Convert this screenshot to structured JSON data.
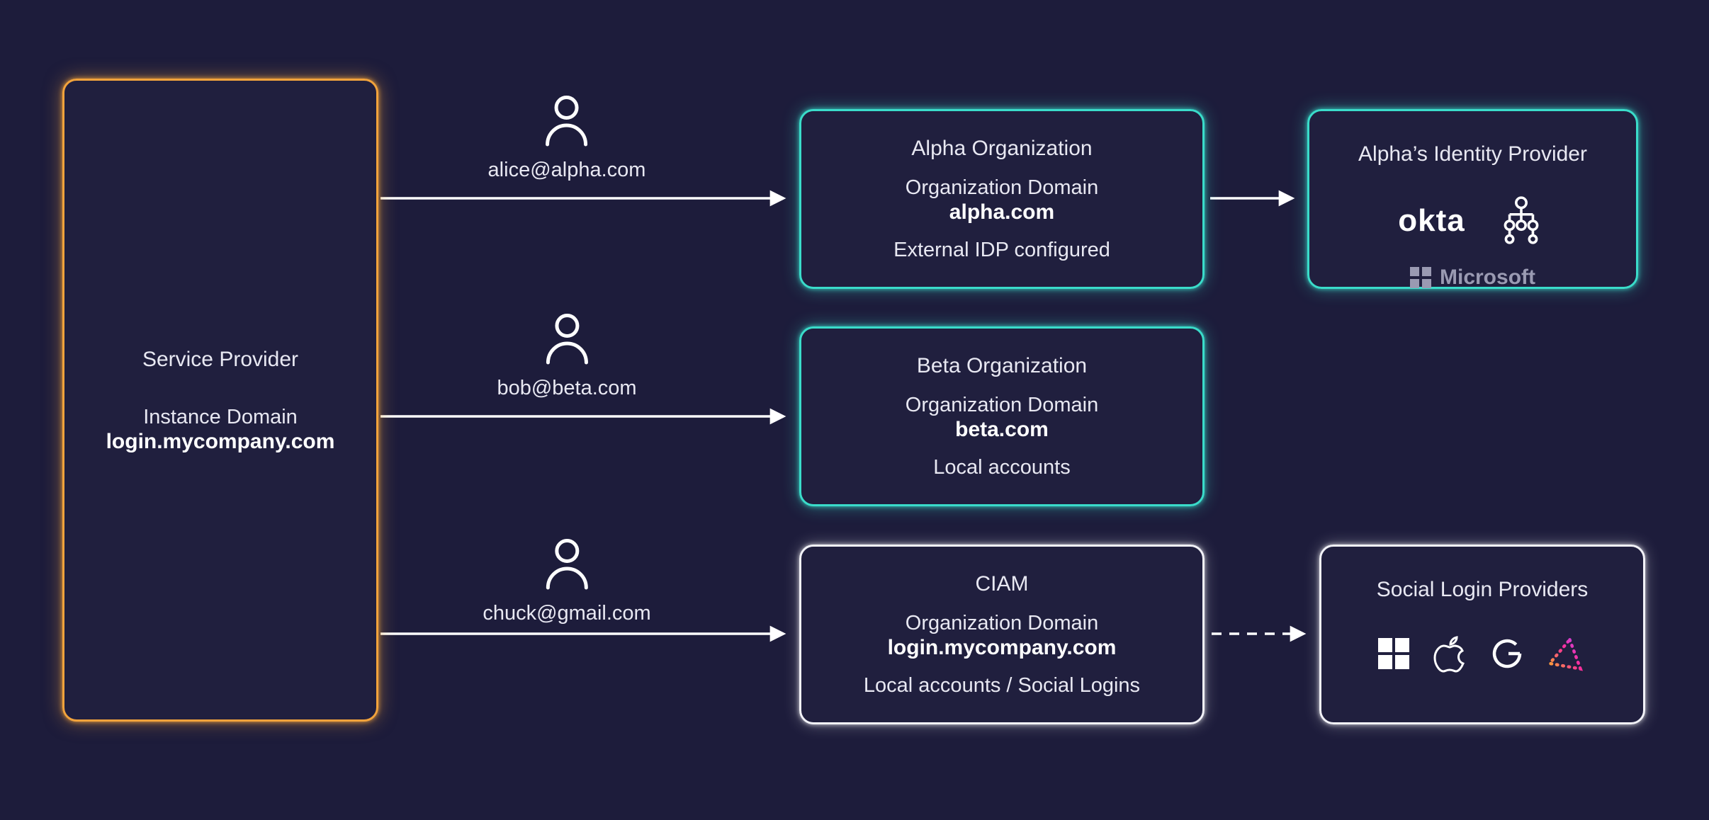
{
  "service_provider": {
    "title": "Service Provider",
    "domain_label": "Instance Domain",
    "domain_value": "login.mycompany.com"
  },
  "users": [
    {
      "email": "alice@alpha.com"
    },
    {
      "email": "bob@beta.com"
    },
    {
      "email": "chuck@gmail.com"
    }
  ],
  "organizations": [
    {
      "title": "Alpha Organization",
      "domain_label": "Organization Domain",
      "domain_value": "alpha.com",
      "note": "External IDP configured",
      "accent": "teal"
    },
    {
      "title": "Beta Organization",
      "domain_label": "Organization Domain",
      "domain_value": "beta.com",
      "note": "Local accounts",
      "accent": "teal"
    },
    {
      "title": "CIAM",
      "domain_label": "Organization Domain",
      "domain_value": "login.mycompany.com",
      "note": "Local accounts / Social Logins",
      "accent": "white"
    }
  ],
  "identity_provider": {
    "title": "Alpha’s Identity Provider",
    "okta_label": "okta",
    "microsoft_label": "Microsoft",
    "icons": [
      "okta-wordmark",
      "directory-tree-icon",
      "microsoft-logo"
    ]
  },
  "social_providers": {
    "title": "Social Login Providers",
    "icons": [
      "microsoft-squares-icon",
      "apple-icon",
      "google-g-icon",
      "zitadel-triangle-icon"
    ]
  },
  "colors": {
    "background": "#1d1c3b",
    "orange_accent": "#f2a33c",
    "teal_accent": "#3adcca",
    "white_accent": "#f2f2f8",
    "muted_gray": "#9a9ab2"
  }
}
